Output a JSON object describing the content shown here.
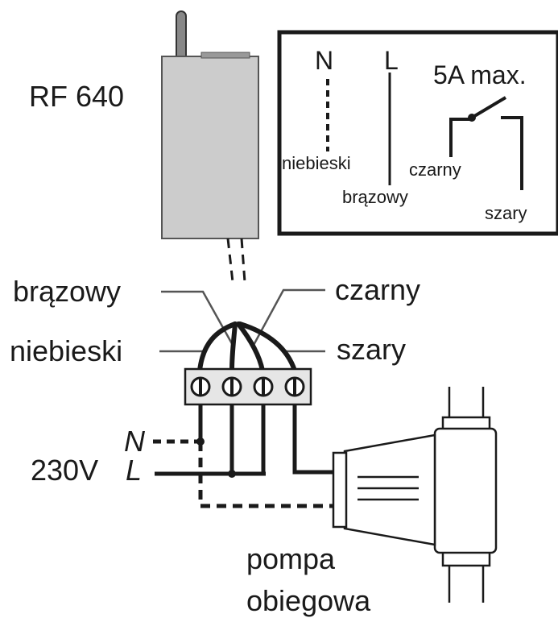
{
  "device": {
    "model": "RF 640"
  },
  "legend": {
    "neutral": "N",
    "live": "L",
    "rating": "5A max.",
    "wire_blue": "niebieski",
    "wire_brown": "brązowy",
    "wire_black": "czarny",
    "wire_grey": "szary"
  },
  "terminals": {
    "brown": "brązowy",
    "blue": "niebieski",
    "black": "czarny",
    "grey": "szary"
  },
  "supply": {
    "neutral": "N",
    "voltage": "230V",
    "live": "L"
  },
  "pump": {
    "line1": "pompa",
    "line2": "obiegowa"
  },
  "colors": {
    "ink": "#1a1a1a",
    "device_fill": "#cccccc",
    "device_stroke": "#555555",
    "pump_fill": "#ffffff",
    "terminal_fill": "#e6e6e6"
  }
}
